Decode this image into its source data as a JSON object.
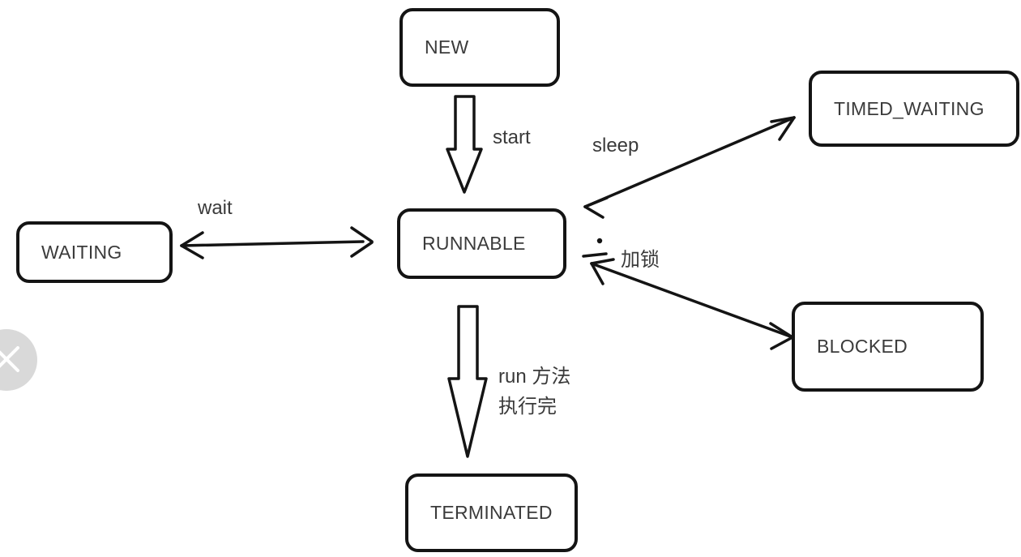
{
  "diagram": {
    "description": "Thread state transition diagram",
    "nodes": {
      "new": {
        "label": "NEW"
      },
      "runnable": {
        "label": "RUNNABLE"
      },
      "waiting": {
        "label": "WAITING"
      },
      "timed_waiting": {
        "label": "TIMED_WAITING"
      },
      "blocked": {
        "label": "BLOCKED"
      },
      "terminated": {
        "label": "TERMINATED"
      }
    },
    "edges": {
      "start": {
        "from": "NEW",
        "to": "RUNNABLE",
        "label": "start",
        "bidirectional": false,
        "style": "hollow-block-arrow"
      },
      "wait": {
        "from": "RUNNABLE",
        "to": "WAITING",
        "label": "wait",
        "bidirectional": true,
        "style": "line-arrow"
      },
      "sleep": {
        "from": "RUNNABLE",
        "to": "TIMED_WAITING",
        "label": "sleep",
        "bidirectional": true,
        "style": "line-arrow"
      },
      "lock": {
        "from": "RUNNABLE",
        "to": "BLOCKED",
        "label": "加锁",
        "bidirectional": true,
        "style": "line-arrow"
      },
      "run_done": {
        "from": "RUNNABLE",
        "to": "TERMINATED",
        "label_line1": "run 方法",
        "label_line2": "执行完",
        "bidirectional": false,
        "style": "hollow-block-arrow"
      }
    },
    "colors": {
      "background": "#ffffff",
      "stroke": "#141414",
      "text": "#3b3b3b",
      "nav_circle": "#d9d9d9",
      "nav_glyph": "#ffffff"
    }
  },
  "overlay": {
    "close_button_icon": "close-icon"
  }
}
